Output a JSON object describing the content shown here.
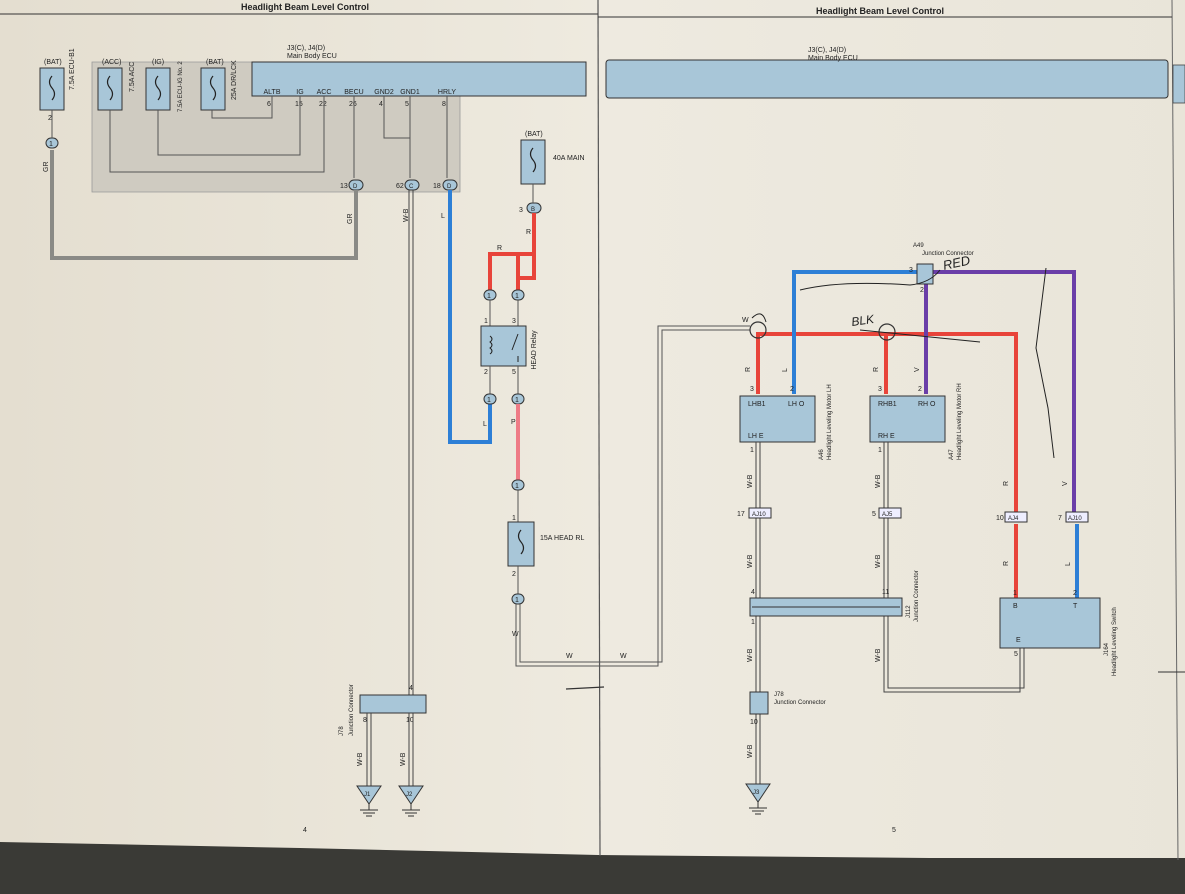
{
  "page": {
    "title_left": "Headlight Beam Level Control",
    "title_right": "Headlight Beam Level Control",
    "page_num_left": "4",
    "page_num_right": "5"
  },
  "ecu": {
    "conn": "J3(C), J4(D)",
    "name": "Main Body ECU",
    "pins": [
      {
        "name": "ALTB",
        "num": "6"
      },
      {
        "name": "IG",
        "num": "15"
      },
      {
        "name": "ACC",
        "num": "22"
      },
      {
        "name": "BECU",
        "num": "26"
      },
      {
        "name": "GND2",
        "num": "4"
      },
      {
        "name": "GND1",
        "num": "5"
      },
      {
        "name": "HRLY",
        "num": "8"
      }
    ],
    "bottom_pins": [
      {
        "num": "13",
        "conn": "D"
      },
      {
        "num": "62",
        "conn": "C"
      },
      {
        "num": "18",
        "conn": "D"
      }
    ]
  },
  "fuses": [
    {
      "source": "(BAT)",
      "name": "7.5A ECU-B1",
      "pin": "2",
      "conn": "1"
    },
    {
      "source": "(ACC)",
      "name": "7.5A ACC"
    },
    {
      "source": "(IG)",
      "name": "7.5A ECU-IG No. 2"
    },
    {
      "source": "(BAT)",
      "name": "25A DR/LCK"
    }
  ],
  "main_fuse": {
    "source": "(BAT)",
    "name": "40A MAIN",
    "pin": "3",
    "conn": "B"
  },
  "relay": {
    "name": "HEAD Relay",
    "pins": [
      "1",
      "3",
      "2",
      "5"
    ],
    "conn": "1"
  },
  "fuse_head_rl": {
    "name": "15A HEAD RL",
    "pins": [
      "1",
      "2"
    ],
    "conn": "1"
  },
  "junctions": {
    "j78_left": {
      "id": "J78",
      "name": "Junction Connector",
      "pins": [
        "4",
        "8",
        "10"
      ]
    },
    "j78_right": {
      "id": "J78",
      "name": "Junction Connector",
      "pins": [
        "10"
      ]
    },
    "j112": {
      "id": "J112",
      "name": "Junction Connector",
      "pins": [
        "4",
        "1",
        "11"
      ]
    },
    "a49": {
      "id": "A49",
      "name": "Junction Connector",
      "pins": [
        "3",
        "2"
      ]
    }
  },
  "grounds": [
    "J1",
    "J2",
    "J3"
  ],
  "motors": [
    {
      "id": "A46",
      "name": "Headlight Leveling Motor LH",
      "terminals": [
        "LHB1",
        "LH O",
        "LH E"
      ],
      "pins": [
        "3",
        "2",
        "1"
      ]
    },
    {
      "id": "A47",
      "name": "Headlight Leveling Motor RH",
      "terminals": [
        "RHB1",
        "RH O",
        "RH E"
      ],
      "pins": [
        "3",
        "2",
        "1"
      ]
    }
  ],
  "switch": {
    "id": "J164",
    "name": "Headlight Leveling Switch",
    "terminals": [
      "B",
      "T",
      "E"
    ],
    "pins": [
      "1",
      "2",
      "5"
    ]
  },
  "inline_connectors": [
    {
      "num": "17",
      "id": "AJ10"
    },
    {
      "num": "5",
      "id": "AJ5"
    },
    {
      "num": "10",
      "id": "AJ4"
    },
    {
      "num": "7",
      "id": "AJ10"
    }
  ],
  "wire_codes": {
    "gr": "GR",
    "wb": "W-B",
    "l": "L",
    "r": "R",
    "p": "P",
    "w": "W",
    "v": "V"
  },
  "handwriting": [
    "RED",
    "BLK"
  ],
  "colors": {
    "paper": "#ece8dc",
    "ecu_fill": "#a8c6d8",
    "gray_area": "#cfcbc1",
    "red": "#e8443a",
    "blue": "#2d7fd6",
    "purple": "#6a3ea8",
    "gray_wire": "#8a8a86"
  }
}
